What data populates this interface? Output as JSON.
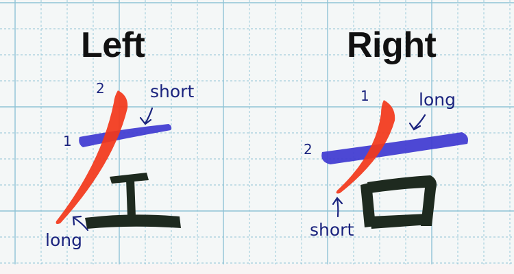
{
  "panels": {
    "left": {
      "title": "Left",
      "character": "左",
      "stroke_numbers": {
        "first": "1",
        "second": "2"
      },
      "annotations": {
        "short": "short",
        "long": "long"
      }
    },
    "right": {
      "title": "Right",
      "character": "右",
      "stroke_numbers": {
        "first": "1",
        "second": "2"
      },
      "annotations": {
        "long": "long",
        "short": "short"
      }
    }
  },
  "colors": {
    "paper": "#f4f7f7",
    "grid_line": "#8fc3d6",
    "stroke_horizontal": "#3f3ad1",
    "stroke_diagonal": "#f2381b",
    "stroke_rest": "#1e2a1f",
    "handwriting": "#1a237e",
    "title": "#111111"
  }
}
